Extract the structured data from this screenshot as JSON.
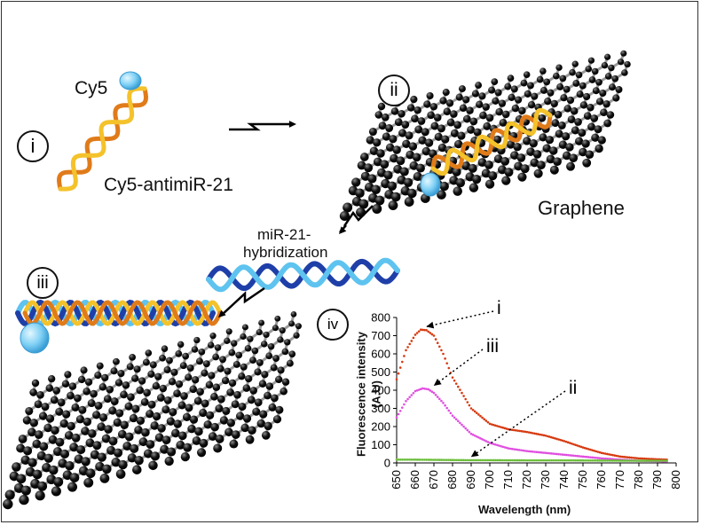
{
  "steps": {
    "i": "i",
    "ii": "ii",
    "iii": "iii",
    "iv": "iv"
  },
  "labels": {
    "cy5": "Cy5",
    "probe": "Cy5-antimiR-21",
    "graphene": "Graphene",
    "hybrid_line1": "miR-21-",
    "hybrid_line2": "hybridization"
  },
  "colors": {
    "orange": "#e07b1a",
    "yellow": "#f4c22b",
    "navy": "#1f3fa8",
    "lightblue": "#5ec3ef",
    "dye": "#7fd0f5"
  },
  "chart_data": {
    "type": "line",
    "xlabel": "Wavelength (nm)",
    "ylabel_line1": "Fluorescence intensity",
    "ylabel_line2": "(A.U)",
    "xlim": [
      650,
      800
    ],
    "ylim": [
      0,
      800
    ],
    "x_ticks": [
      "650",
      "660",
      "670",
      "680",
      "690",
      "700",
      "710",
      "720",
      "730",
      "740",
      "750",
      "760",
      "770",
      "780",
      "790",
      "800"
    ],
    "y_ticks": [
      "0",
      "100",
      "200",
      "300",
      "400",
      "500",
      "600",
      "700",
      "800"
    ],
    "series": [
      {
        "name": "i",
        "color": "#d63a10",
        "x": [
          650,
          655,
          660,
          663,
          666,
          670,
          675,
          680,
          690,
          700,
          710,
          720,
          730,
          740,
          750,
          760,
          770,
          780,
          790,
          795
        ],
        "y": [
          460,
          620,
          705,
          733,
          730,
          700,
          600,
          470,
          300,
          215,
          185,
          170,
          150,
          120,
          85,
          55,
          35,
          25,
          20,
          18
        ]
      },
      {
        "name": "iii",
        "color": "#e04ee0",
        "x": [
          650,
          655,
          660,
          664,
          667,
          670,
          675,
          680,
          690,
          700,
          710,
          720,
          730,
          740,
          750,
          760,
          770,
          780,
          790,
          795
        ],
        "y": [
          250,
          340,
          395,
          410,
          405,
          385,
          330,
          260,
          160,
          110,
          80,
          65,
          55,
          45,
          35,
          25,
          18,
          12,
          10,
          8
        ]
      },
      {
        "name": "ii",
        "color": "#6bbf3a",
        "x": [
          650,
          660,
          670,
          680,
          690,
          700,
          720,
          740,
          760,
          780,
          795
        ],
        "y": [
          18,
          18,
          17,
          16,
          15,
          15,
          14,
          14,
          13,
          12,
          12
        ]
      }
    ],
    "annotations": [
      "i",
      "iii",
      "ii"
    ]
  }
}
